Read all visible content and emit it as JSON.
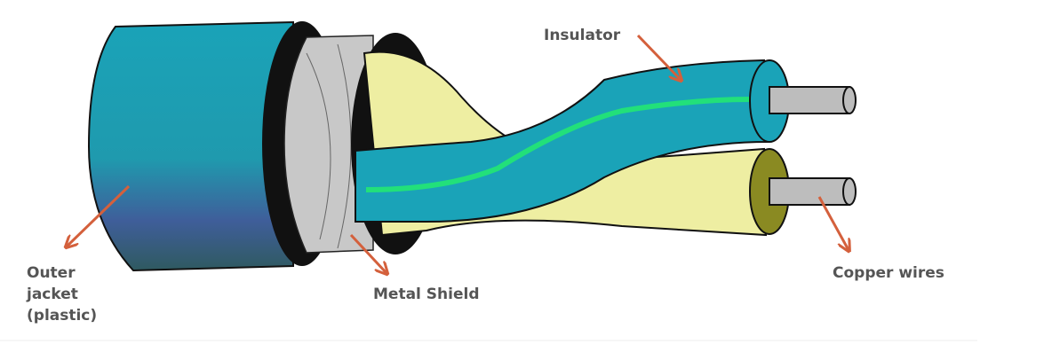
{
  "labels": {
    "insulator": "Insulator",
    "outer_jacket_line1": "Outer",
    "outer_jacket_line2": "jacket",
    "outer_jacket_line3": "(plastic)",
    "metal_shield": "Metal Shield",
    "copper_wires": "Copper wires"
  },
  "colors": {
    "arrow": "#d4603c",
    "jacket": "#1aa3b8",
    "shield": "#c8c8c8",
    "insulator_blue": "#1aa3b8",
    "insulator_yellow": "#eeeea2",
    "stripe": "#22e07a",
    "copper": "#bdbdbd"
  }
}
